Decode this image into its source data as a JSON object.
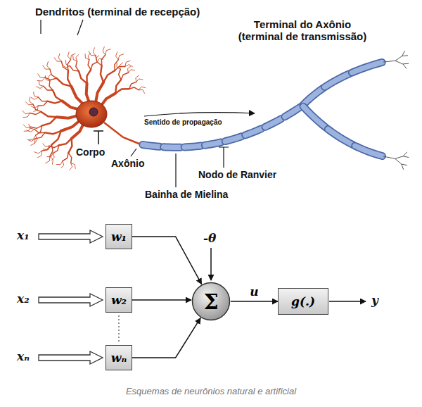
{
  "diagram": {
    "caption": "Esquemas de neurônios natural e artificial",
    "nodes": [
      {
        "text": [
          "w₁"
        ]
      },
      {
        "text": [
          "w₂"
        ]
      },
      {
        "text": [
          "wₙ"
        ]
      },
      {
        "text": [
          "Σ"
        ]
      },
      {
        "text": [
          "g(.)"
        ]
      }
    ],
    "edges": [
      {
        "from": 0,
        "to": 3,
        "arrow": "to"
      },
      {
        "from": 1,
        "to": 3,
        "arrow": "to"
      },
      {
        "from": 2,
        "to": 3,
        "arrow": "to"
      },
      {
        "from": 3,
        "to": 4,
        "label": "u",
        "arrow": "to"
      }
    ],
    "labels": [
      "Dendritos (terminal de recepção)",
      "Terminal do Axônio (terminal de transmissão)",
      "Sentido de propagação",
      "Corpo",
      "Axônio",
      "Nodo de Ranvier",
      "Bainha de Mielina",
      "x₁",
      "x₂",
      "xₙ",
      "-θ",
      "y"
    ]
  }
}
